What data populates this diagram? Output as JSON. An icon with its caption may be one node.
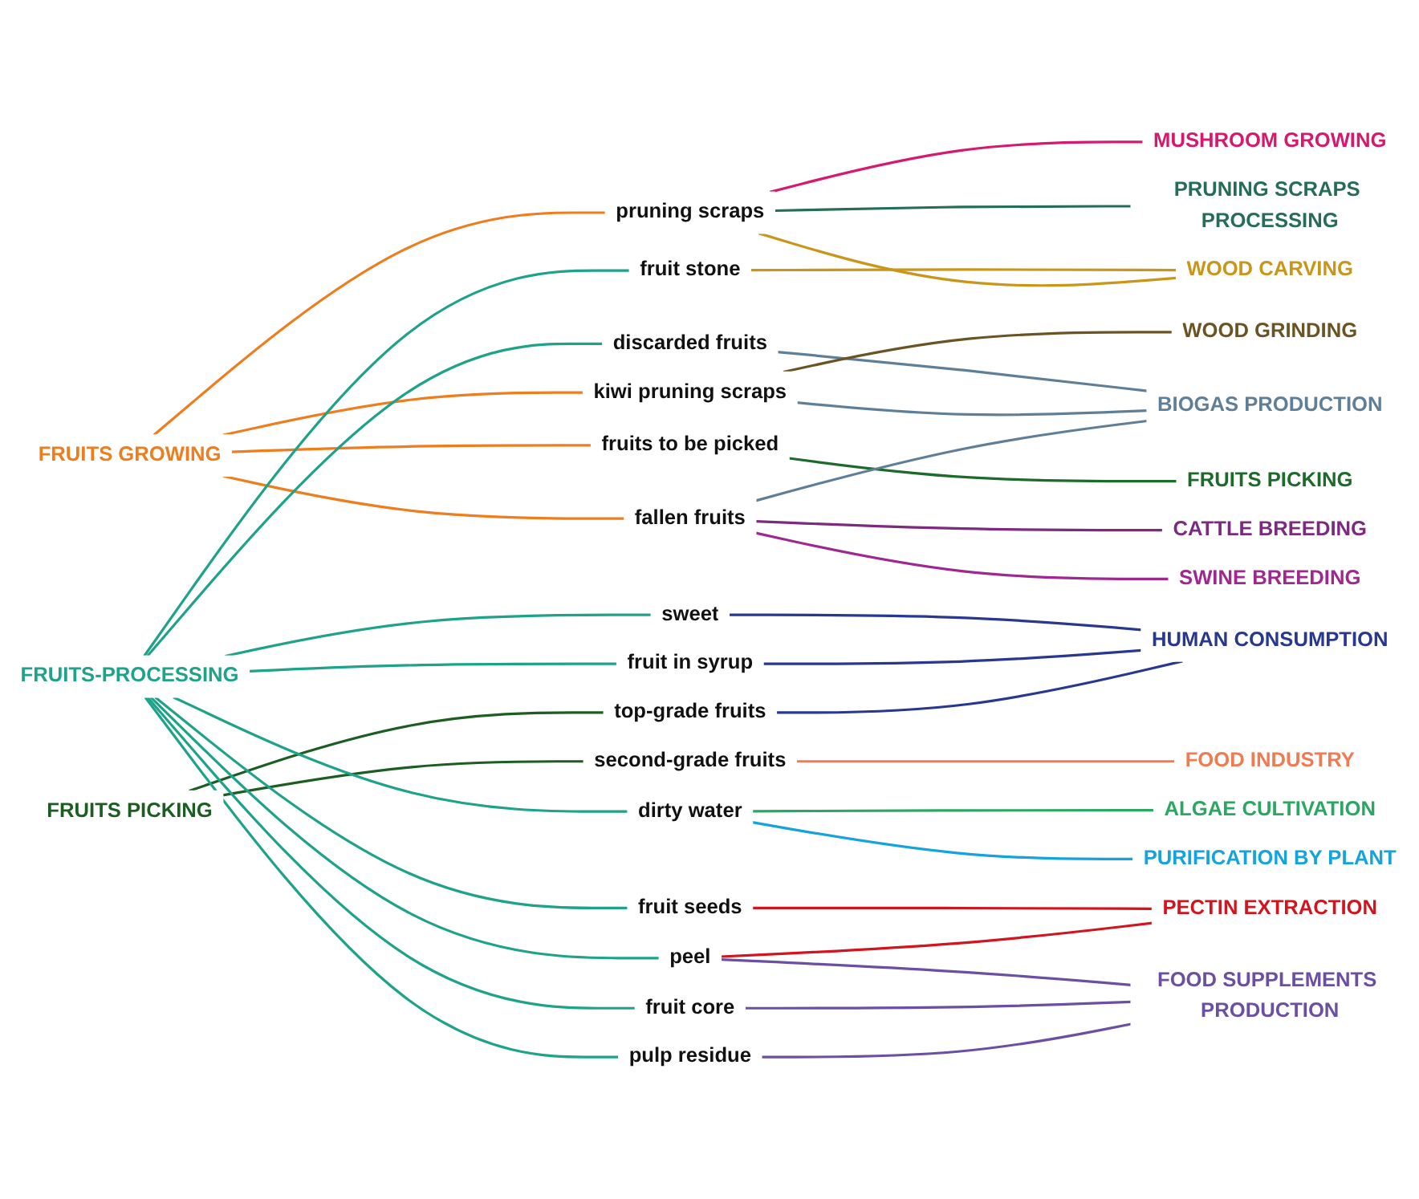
{
  "diagram": {
    "nodes": [
      {
        "text": [
          "FRUITS GROWING"
        ]
      },
      {
        "text": [
          "FRUITS PICKING"
        ]
      },
      {
        "text": [
          "FRUITS-PROCESSING"
        ]
      },
      {
        "text": [
          "dirty water"
        ]
      },
      {
        "text": [
          "discarded fruits"
        ]
      },
      {
        "text": [
          "fruit seeds"
        ]
      },
      {
        "text": [
          "peel"
        ]
      },
      {
        "text": [
          "fruit core"
        ]
      },
      {
        "text": [
          "pulp residue"
        ]
      },
      {
        "text": [
          "fruit stone"
        ]
      },
      {
        "text": [
          "sweet"
        ]
      },
      {
        "text": [
          "fruit in syrup"
        ]
      },
      {
        "text": [
          "pruning scraps"
        ]
      },
      {
        "text": [
          "kiwi pruning scraps"
        ]
      },
      {
        "text": [
          "fruits to be picked"
        ]
      },
      {
        "text": [
          "top-grade fruits"
        ]
      },
      {
        "text": [
          "second-grade fruits"
        ]
      },
      {
        "text": [
          "fallen fruits"
        ]
      },
      {
        "text": [
          "BIOGAS PRODUCTION"
        ]
      },
      {
        "text": [
          "CATTLE BREEDING"
        ]
      },
      {
        "text": [
          "SWINE BREEDING"
        ]
      },
      {
        "text": [
          "FOOD INDUSTRY"
        ]
      },
      {
        "text": [
          "FRUITS PICKING"
        ]
      },
      {
        "text": [
          "WOOD GRINDING"
        ]
      },
      {
        "text": [
          "WOOD CARVING"
        ]
      },
      {
        "text": [
          "PRUNING SCRAPS PROCESSING"
        ]
      },
      {
        "text": [
          "MUSHROOM GROWING"
        ]
      },
      {
        "text": [
          "FOOD SUPPLEMENTS PRODUCTION"
        ]
      },
      {
        "text": [
          "PECTIN EXTRACTION"
        ]
      },
      {
        "text": [
          "PURIFICATION BY PLANT"
        ]
      },
      {
        "text": [
          "ALGAE CULTIVATION"
        ]
      },
      {
        "text": [
          "HUMAN CONSUMPTION"
        ]
      }
    ],
    "edges": [
      {
        "from": 0,
        "to": 12,
        "arrow": "none",
        "color": "#ee7d1e"
      },
      {
        "from": 0,
        "to": 13,
        "arrow": "none",
        "color": "#ee7d1e"
      },
      {
        "from": 0,
        "to": 14,
        "arrow": "none",
        "color": "#ee7d1e"
      },
      {
        "from": 0,
        "to": 17,
        "arrow": "none",
        "color": "#ee7d1e"
      },
      {
        "from": 1,
        "to": 15,
        "arrow": "none",
        "color": "#1c5e22"
      },
      {
        "from": 1,
        "to": 16,
        "arrow": "none",
        "color": "#1c5e22"
      },
      {
        "from": 2,
        "to": 3,
        "arrow": "none",
        "color": "#1ea38a"
      },
      {
        "from": 2,
        "to": 4,
        "arrow": "none",
        "color": "#1ea38a"
      },
      {
        "from": 2,
        "to": 5,
        "arrow": "none",
        "color": "#1ea38a"
      },
      {
        "from": 2,
        "to": 6,
        "arrow": "none",
        "color": "#1ea38a"
      },
      {
        "from": 2,
        "to": 7,
        "arrow": "none",
        "color": "#1ea38a"
      },
      {
        "from": 2,
        "to": 8,
        "arrow": "none",
        "color": "#1ea38a"
      },
      {
        "from": 2,
        "to": 9,
        "arrow": "none",
        "color": "#1ea38a"
      },
      {
        "from": 2,
        "to": 10,
        "arrow": "none",
        "color": "#1ea38a"
      },
      {
        "from": 2,
        "to": 11,
        "arrow": "none",
        "color": "#1ea38a"
      },
      {
        "from": 3,
        "to": 30,
        "arrow": "none",
        "color": "#2aa862"
      },
      {
        "from": 3,
        "to": 29,
        "arrow": "none",
        "color": "#14a3dc"
      },
      {
        "from": 4,
        "to": 18,
        "arrow": "none",
        "color": "#5f7f99"
      },
      {
        "from": 5,
        "to": 28,
        "arrow": "none",
        "color": "#d2141e"
      },
      {
        "from": 6,
        "to": 28,
        "arrow": "none",
        "color": "#d2141e"
      },
      {
        "from": 6,
        "to": 27,
        "arrow": "none",
        "color": "#6b4fa3"
      },
      {
        "from": 7,
        "to": 27,
        "arrow": "none",
        "color": "#6b4fa3"
      },
      {
        "from": 8,
        "to": 27,
        "arrow": "none",
        "color": "#6b4fa3"
      },
      {
        "from": 9,
        "to": 24,
        "arrow": "none",
        "color": "#c9961a"
      },
      {
        "from": 10,
        "to": 31,
        "arrow": "none",
        "color": "#283891"
      },
      {
        "from": 11,
        "to": 31,
        "arrow": "none",
        "color": "#283891"
      },
      {
        "from": 12,
        "to": 26,
        "arrow": "none",
        "color": "#d6186e"
      },
      {
        "from": 12,
        "to": 25,
        "arrow": "none",
        "color": "#256e55"
      },
      {
        "from": 12,
        "to": 24,
        "arrow": "none",
        "color": "#c9961a"
      },
      {
        "from": 13,
        "to": 23,
        "arrow": "none",
        "color": "#6b5423"
      },
      {
        "from": 13,
        "to": 18,
        "arrow": "none",
        "color": "#5f7f99"
      },
      {
        "from": 14,
        "to": 22,
        "arrow": "none",
        "color": "#1c6b2a"
      },
      {
        "from": 15,
        "to": 31,
        "arrow": "none",
        "color": "#283891"
      },
      {
        "from": 16,
        "to": 21,
        "arrow": "none",
        "color": "#f07a52"
      },
      {
        "from": 17,
        "to": 19,
        "arrow": "none",
        "color": "#7b2a7e"
      },
      {
        "from": 17,
        "to": 20,
        "arrow": "none",
        "color": "#a0278f"
      },
      {
        "from": 17,
        "to": 18,
        "arrow": "none",
        "color": "#5f7f99"
      }
    ]
  }
}
